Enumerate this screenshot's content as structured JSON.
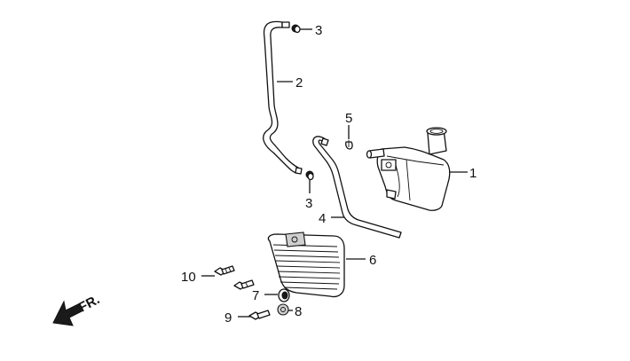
{
  "callouts": [
    {
      "id": "c1",
      "label": "1"
    },
    {
      "id": "c2",
      "label": "2"
    },
    {
      "id": "c3a",
      "label": "3"
    },
    {
      "id": "c3b",
      "label": "3"
    },
    {
      "id": "c4",
      "label": "4"
    },
    {
      "id": "c5",
      "label": "5"
    },
    {
      "id": "c6",
      "label": "6"
    },
    {
      "id": "c7",
      "label": "7"
    },
    {
      "id": "c8",
      "label": "8"
    },
    {
      "id": "c9",
      "label": "9"
    },
    {
      "id": "c10",
      "label": "10"
    }
  ],
  "direction_marker": {
    "label": "FR.",
    "icon": "front-direction-arrow-icon"
  }
}
